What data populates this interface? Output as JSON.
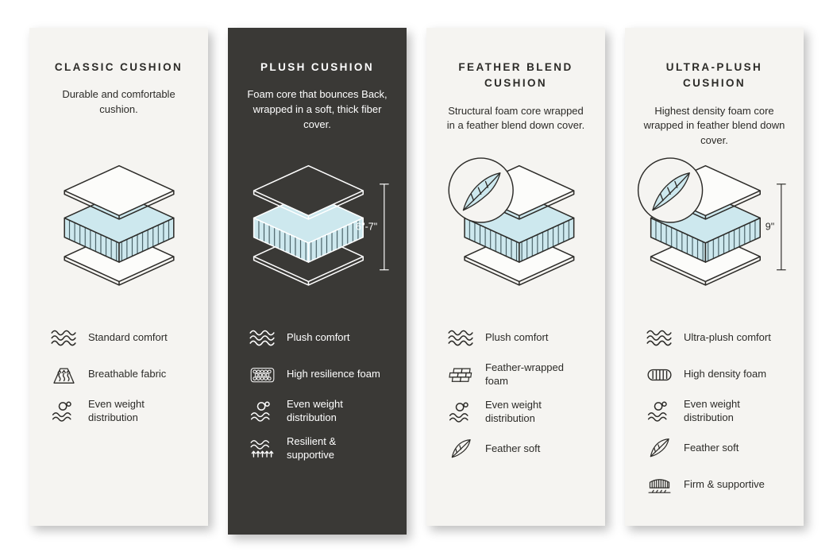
{
  "colors": {
    "light_card_bg": "#f5f4f1",
    "dark_card_bg": "#3a3936",
    "text_dark": "#2c2b28",
    "text_light": "#ffffff",
    "foam_blue": "#cde8ee"
  },
  "cards": [
    {
      "title": "CLASSIC CUSHION",
      "description": "Durable and comfortable cushion.",
      "illustration": {
        "feather_badge": false,
        "height_label": ""
      },
      "features": [
        {
          "icon": "waves-icon",
          "label": "Standard comfort"
        },
        {
          "icon": "breathable-fabric-icon",
          "label": "Breathable fabric"
        },
        {
          "icon": "weight-distribution-icon",
          "label": "Even weight distribution"
        }
      ]
    },
    {
      "title": "PLUSH CUSHION",
      "description": "Foam core that bounces Back, wrapped in a soft, thick fiber cover.",
      "illustration": {
        "feather_badge": false,
        "height_label": "6\"-7\""
      },
      "features": [
        {
          "icon": "waves-icon",
          "label": "Plush comfort"
        },
        {
          "icon": "foam-cells-icon",
          "label": "High resilience foam"
        },
        {
          "icon": "weight-distribution-icon",
          "label": "Even weight distribution"
        },
        {
          "icon": "resilient-springs-icon",
          "label": "Resilient & supportive"
        }
      ]
    },
    {
      "title": "FEATHER BLEND CUSHION",
      "description": "Structural foam core wrapped in a feather blend down cover.",
      "illustration": {
        "feather_badge": true,
        "height_label": ""
      },
      "features": [
        {
          "icon": "waves-icon",
          "label": "Plush comfort"
        },
        {
          "icon": "feather-wrapped-foam-icon",
          "label": "Feather-wrapped foam"
        },
        {
          "icon": "weight-distribution-icon",
          "label": "Even weight distribution"
        },
        {
          "icon": "feather-icon",
          "label": "Feather soft"
        }
      ]
    },
    {
      "title": "ULTRA-PLUSH CUSHION",
      "description": "Highest density foam core wrapped in feather blend down cover.",
      "illustration": {
        "feather_badge": true,
        "height_label": "9\""
      },
      "features": [
        {
          "icon": "waves-icon",
          "label": "Ultra-plush comfort"
        },
        {
          "icon": "density-foam-icon",
          "label": "High density foam"
        },
        {
          "icon": "weight-distribution-icon",
          "label": "Even weight distribution"
        },
        {
          "icon": "feather-icon",
          "label": "Feather soft"
        },
        {
          "icon": "firm-supportive-icon",
          "label": "Firm & supportive"
        }
      ]
    }
  ]
}
